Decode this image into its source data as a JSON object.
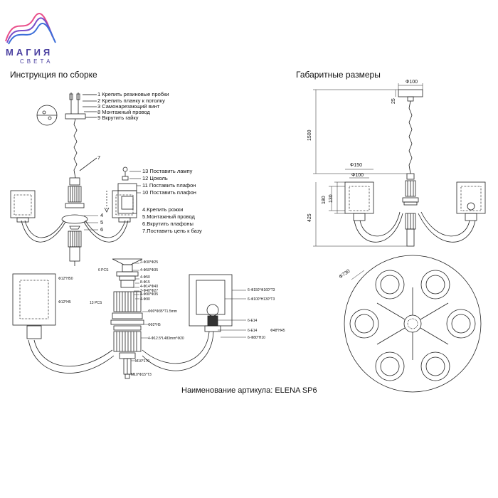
{
  "brand": {
    "word": "МАГИЯ",
    "sub": "СВЕТА",
    "colors": [
      "#e94e8a",
      "#7a4fc9",
      "#3d6fd9"
    ]
  },
  "headings": {
    "assembly": "Инструкция по сборке",
    "dimensions": "Габаритные размеры"
  },
  "steps": {
    "s1": "1 Крепить резиновые пробки",
    "s2": "2 Крепить планку к потолку",
    "s3": "3 Самонарезающий винт",
    "s8": "8 Монтажный провод",
    "s9": "9 Вкрутить гайку",
    "s7": "7",
    "s13": "13 Поставить лампу",
    "s12": "12 Цоколь",
    "s11": "11 Поставить плафон",
    "s10": "10 Поставить плафон",
    "s4": "4",
    "s5": "5",
    "s6": "6",
    "s4t": "4.Крепить рожки",
    "s5t": "5.Монтажный провод",
    "s6t": "6.Вкрутить плафоны",
    "s7t": "7.Поставить цепь к базу"
  },
  "parts": {
    "p1": "2-Ф30*Ф25",
    "p2": "4-Ф50*Ф35",
    "p3": "6 PCS",
    "p4": "4-Ф50",
    "p5": "8-Ф15",
    "p6": "4-Ф14*Ф40",
    "p7": "3-Ф40*Ф27",
    "p8": "4-Ф90*Ф35",
    "p9": "13 PCS",
    "p10": "4-Ф90",
    "p11": "Ф90*Ф35*T1.5mm",
    "p12": "Ф92*Н5",
    "p13": "4-Ф12.5*L483mm*Ф20",
    "p14": "M10*170",
    "p15": "M10*Ф15*Т3",
    "p16": "Ф12*Н50",
    "p17": "Ф12*Н5",
    "p18": "6-Ф150*Ф160*Т3",
    "p19": "6-Ф100*Н130*Т3",
    "p20": "6-Е14",
    "p21": "6-Е14",
    "p22": "6-Ф80*Н10",
    "p23": "Ф48*Н45"
  },
  "dims": {
    "d100top": "Ф100",
    "d25": "25",
    "d1500": "1500",
    "d150": "Ф150",
    "d100": "Ф100",
    "d180": "180",
    "d130": "130",
    "d425": "425",
    "d730": "Ф730"
  },
  "caption": "Наименование артикула: ELENA SP6"
}
